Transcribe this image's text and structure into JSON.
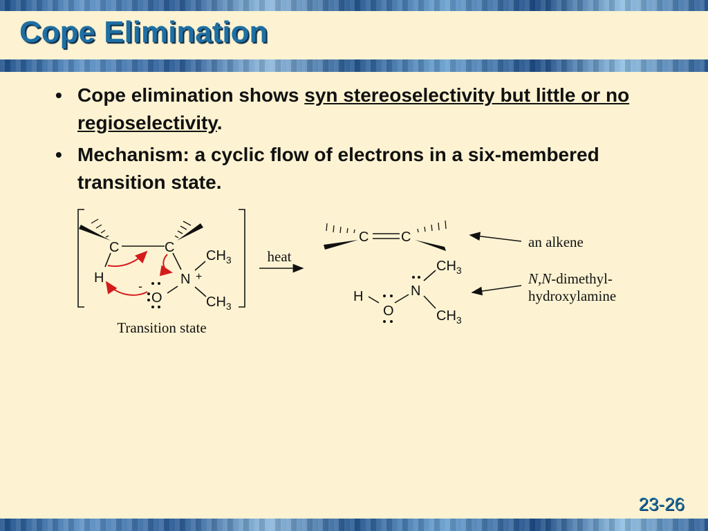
{
  "title": "Cope Elimination",
  "bullets": [
    {
      "pre": "Cope elimination shows ",
      "underlined": "syn stereoselectivity but little or no regioselectivity",
      "post": "."
    },
    {
      "text": "Mechanism: a cyclic flow of electrons in a six-membered transition state."
    }
  ],
  "diagram": {
    "ts": {
      "c_left": "C",
      "c_right": "C",
      "h": "H",
      "n": "N",
      "n_charge": "+",
      "o": "O",
      "o_charge": "-",
      "ch3_top": "CH",
      "ch3_bottom": "CH",
      "sub": "3",
      "caption": "Transition state"
    },
    "arrow_label": "heat",
    "product": {
      "c1": "C",
      "c2": "C",
      "h": "H",
      "o": "O",
      "n": "N",
      "ch3_top": "CH",
      "ch3_bottom": "CH",
      "sub": "3"
    },
    "labels": {
      "alkene": "an alkene",
      "hydroxylamine_italic": "N,N",
      "hydroxylamine_line1": "-dimethyl-",
      "hydroxylamine_line2": "hydroxylamine"
    }
  },
  "slide_number": "23-26",
  "colors": {
    "title": "#1e6fa3",
    "arrow_red": "#d41c1c",
    "background": "#fdf3d2"
  }
}
